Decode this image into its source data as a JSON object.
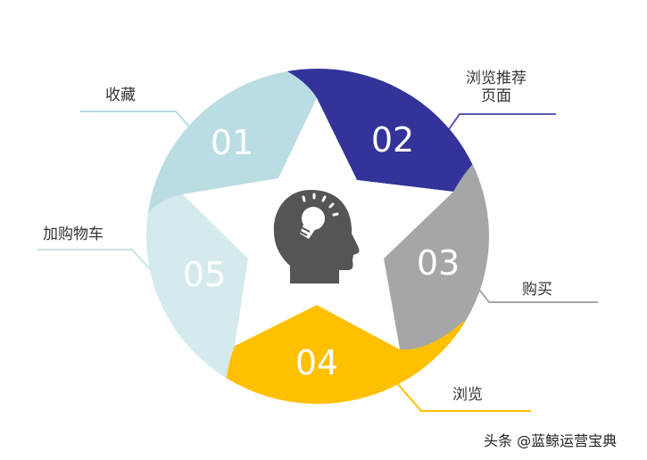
{
  "diagram": {
    "title": "",
    "center_icon": "head-lightbulb-icon",
    "segments": [
      {
        "number": "01",
        "label": "收藏",
        "color": "#b9dde2"
      },
      {
        "number": "02",
        "label_line1": "浏览推荐",
        "label_line2": "页面",
        "color": "#33339a"
      },
      {
        "number": "03",
        "label": "购买",
        "color": "#a6a6a6"
      },
      {
        "number": "04",
        "label": "浏览",
        "color": "#ffc000"
      },
      {
        "number": "05",
        "label": "加购物车",
        "color": "#d4eaed"
      }
    ],
    "leader_colors": {
      "s01": "#b9dde2",
      "s02": "#5b5bb0",
      "s03": "#a6a6a6",
      "s04": "#ffc000",
      "s05": "#c9e3e7"
    }
  },
  "watermark": "头条 @蓝鲸运营宝典"
}
